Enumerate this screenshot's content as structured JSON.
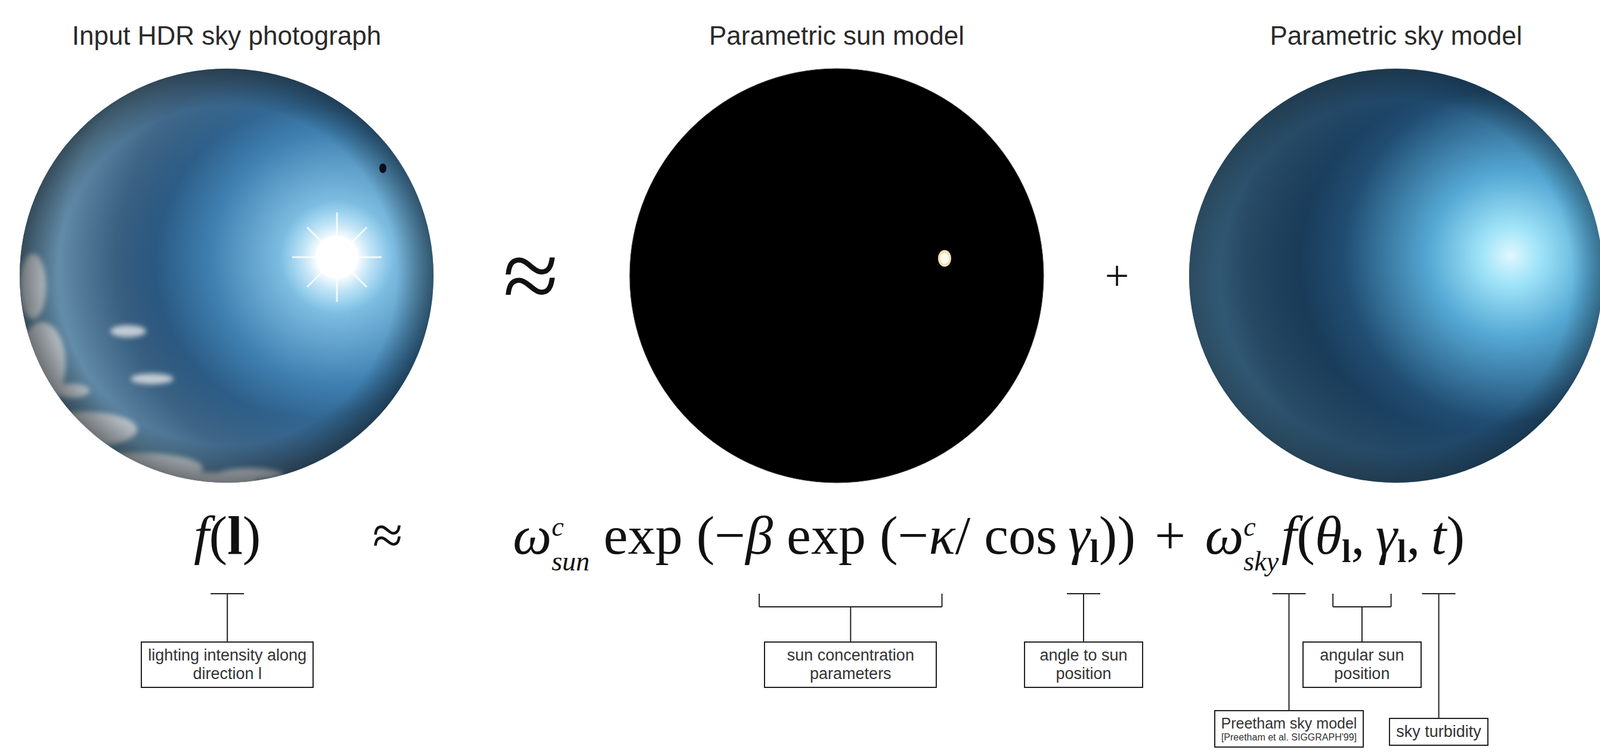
{
  "diagram": {
    "nodes": [
      {
        "text": [
          "Input HDR sky photograph"
        ]
      },
      {
        "text": [
          "Parametric sun model"
        ]
      },
      {
        "text": [
          "Parametric sky model"
        ]
      },
      {
        "text": [
          "lighting intensity along direction l"
        ]
      },
      {
        "text": [
          "sun concentration parameters"
        ]
      },
      {
        "text": [
          "angle to sun position"
        ]
      },
      {
        "text": [
          "angular sun position"
        ]
      },
      {
        "text": [
          "Preetham sky model",
          "[Preetham et al. SIGGRAPH'99]"
        ]
      },
      {
        "text": [
          "sky turbidity"
        ]
      }
    ],
    "labels": [
      "≈",
      "+",
      "f",
      "(",
      "l",
      ")",
      "≈",
      "ω",
      "c",
      "sun",
      "exp",
      "(−",
      "β",
      "exp",
      "(−",
      "κ",
      "/",
      "cos",
      "γ",
      "l",
      "))",
      "+",
      "ω",
      "c",
      "sky",
      "f",
      "(",
      "θ",
      "l",
      ",",
      "γ",
      "l",
      ",",
      "t",
      ")"
    ]
  }
}
